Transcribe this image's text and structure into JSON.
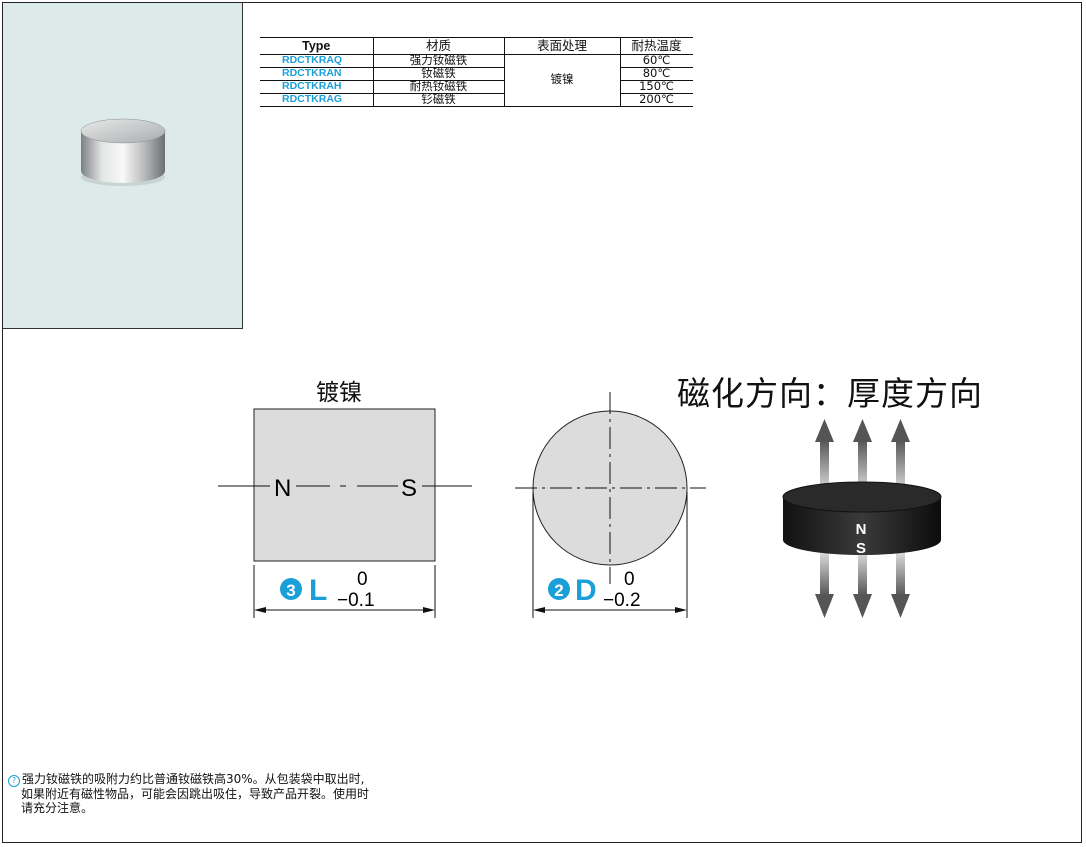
{
  "table": {
    "headers": [
      "Type",
      "材质",
      "表面处理",
      "耐热温度"
    ],
    "rows": [
      {
        "type": "RDCTKRAQ",
        "material": "强力钕磁铁",
        "temp": "60℃"
      },
      {
        "type": "RDCTKRAN",
        "material": "钕磁铁",
        "temp": "80℃"
      },
      {
        "type": "RDCTKRAH",
        "material": "耐热钕磁铁",
        "temp": "150℃"
      },
      {
        "type": "RDCTKRAG",
        "material": "钐磁铁",
        "temp": "200℃"
      }
    ],
    "surface": "镀镍"
  },
  "drawing": {
    "coating": "镀镍",
    "pole_n": "N",
    "pole_s": "S",
    "l_num": "3",
    "l_letter": "L",
    "l_upper": "0",
    "l_lower": "−0.1",
    "d_num": "2",
    "d_letter": "D",
    "d_upper": "0",
    "d_lower": "−0.2",
    "mag_title": "磁化方向：厚度方向",
    "disk_n": "N",
    "disk_s": "S"
  },
  "note": {
    "line1": "强力钕磁铁的吸附力约比普通钕磁铁高30%。从包装袋中取出时,",
    "line2": "如果附近有磁性物品，可能会因跳出吸住，导致产品开裂。使用时",
    "line3": "请充分注意。"
  },
  "colors": {
    "accent": "#1a9fd9",
    "panel": "#dcebea"
  },
  "icons": {
    "note": "info-icon"
  }
}
